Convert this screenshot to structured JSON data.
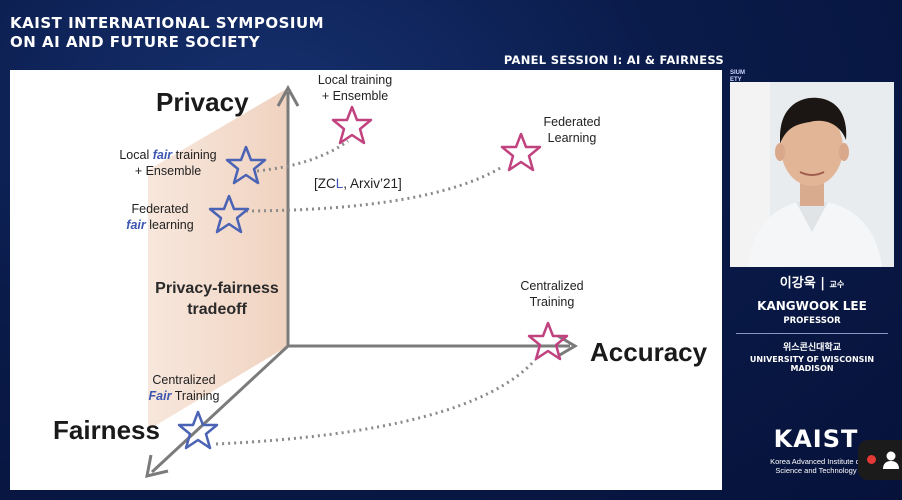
{
  "header": {
    "event_line1": "KAIST INTERNATIONAL SYMPOSIUM",
    "event_line2": "ON AI AND FUTURE SOCIETY",
    "session": "PANEL SESSION I: AI & FAIRNESS"
  },
  "slide": {
    "axis_privacy": "Privacy",
    "axis_accuracy": "Accuracy",
    "axis_fairness": "Fairness",
    "tradeoff_line1": "Privacy-fairness",
    "tradeoff_line2": "tradeoff",
    "local_training_1": "Local training",
    "local_training_2": "+ Ensemble",
    "federated_1": "Federated",
    "federated_2": "Learning",
    "local_fair_pre": "Local ",
    "local_fair_it": "fair",
    "local_fair_post": " training",
    "local_fair_2": "+ Ensemble",
    "fed_fair_1": "Federated",
    "fed_fair_it": "fair",
    "fed_fair_post": " learning",
    "zcl_pre": "[ZC",
    "zcl_l": "L",
    "zcl_post": ", Arxiv’21]",
    "centralized_1": "Centralized",
    "centralized_2": "Training",
    "cfair_1": "Centralized",
    "cfair_it": "Fair",
    "cfair_post": " Training"
  },
  "speaker": {
    "tag_line1": "SIUM",
    "tag_line2": "ETY",
    "korean_name": "이강욱",
    "korean_title": "교수",
    "name": "KANGWOOK LEE",
    "role": "PROFESSOR",
    "univ_korean": "위스콘신대학교",
    "univ_english": "UNIVERSITY OF WISCONSIN MADISON"
  },
  "logo": {
    "name": "KAIST",
    "line1": "Korea Advanced Institute of",
    "line2": "Science and Technology"
  },
  "colors": {
    "background": "#0a1b4a",
    "star_pink": "#c0427f",
    "star_blue": "#4a63b4",
    "plane": "#f4dccd",
    "axis": "#7b7b7b",
    "record": "#e53935"
  },
  "icons": {
    "record": "record-dot-icon",
    "user": "user-icon"
  }
}
